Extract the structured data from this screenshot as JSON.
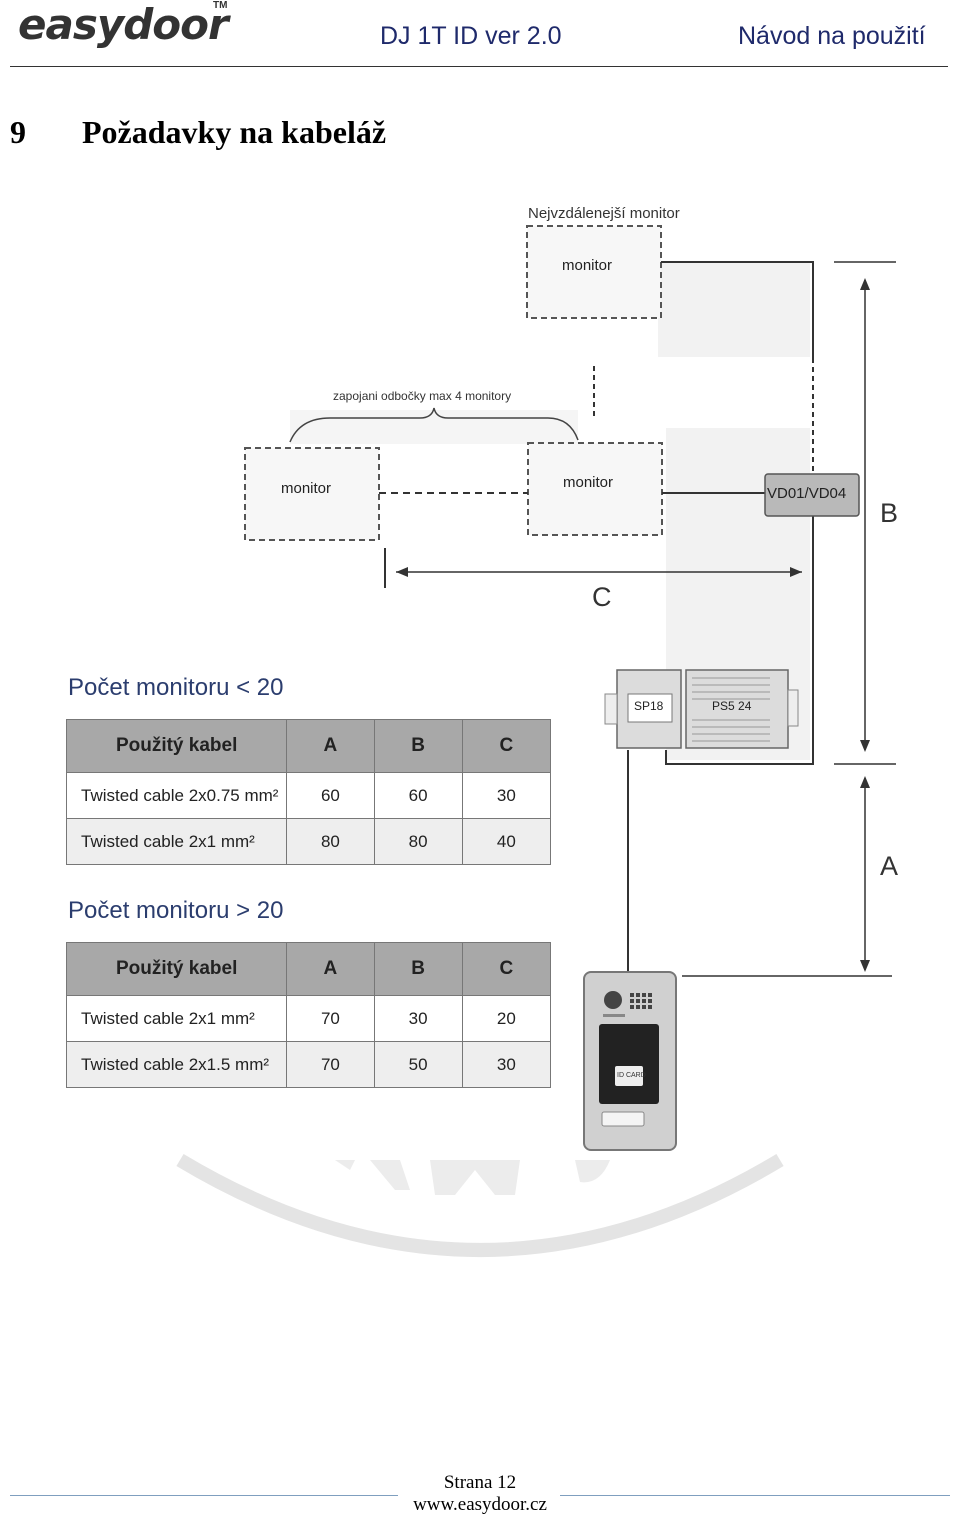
{
  "header": {
    "logo": "easydoor",
    "trademark": "TM",
    "doc_id": "DJ 1T ID ver 2.0",
    "doc_type": "Návod na použití"
  },
  "section": {
    "number": "9",
    "title": "Požadavky na kabeláž"
  },
  "diagram": {
    "farthest_monitor_label": "Nejvzdálenejší monitor",
    "branch_label": "zapojani odbočky max 4 monitory",
    "monitor_label": "monitor",
    "distributor": "VD01/VD04",
    "unit_sp": "SP18",
    "unit_ps": "PS5 24",
    "dim_a": "A",
    "dim_b": "B",
    "dim_c": "C",
    "panel_card_label": "ID CARD"
  },
  "tables": [
    {
      "title": "Počet monitoru < 20",
      "headers": [
        "Použitý kabel",
        "A",
        "B",
        "C"
      ],
      "rows": [
        {
          "cable": "Twisted cable 2x0.75 mm²",
          "a": "60",
          "b": "60",
          "c": "30"
        },
        {
          "cable": "Twisted cable 2x1 mm²",
          "a": "80",
          "b": "80",
          "c": "40"
        }
      ]
    },
    {
      "title": "Počet monitoru > 20",
      "headers": [
        "Použitý kabel",
        "A",
        "B",
        "C"
      ],
      "rows": [
        {
          "cable": "Twisted cable 2x1 mm²",
          "a": "70",
          "b": "30",
          "c": "20"
        },
        {
          "cable": "Twisted cable 2x1.5 mm²",
          "a": "70",
          "b": "50",
          "c": "30"
        }
      ]
    }
  ],
  "footer": {
    "page": "Strana 12",
    "website": "www.easydoor.cz"
  }
}
